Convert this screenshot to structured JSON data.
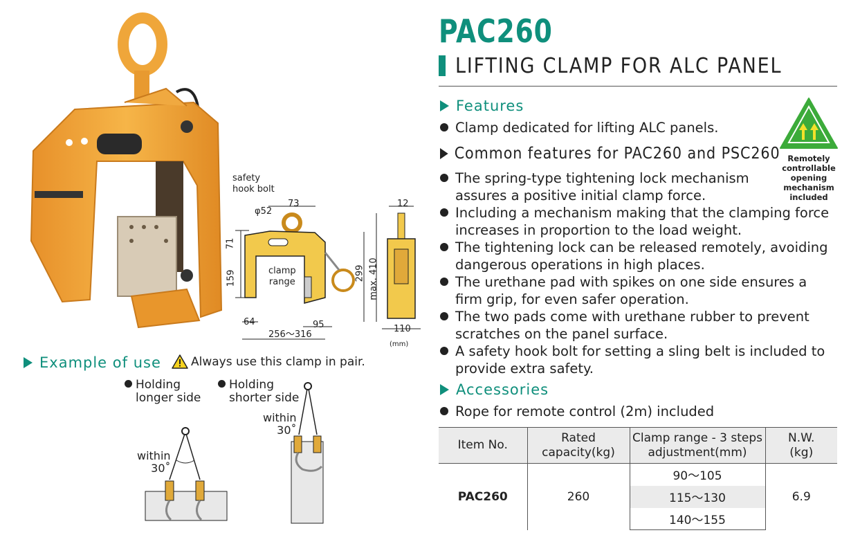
{
  "header": {
    "model": "PAC260",
    "subtitle": "LIFTING CLAMP FOR ALC PANEL"
  },
  "features": {
    "heading": "Features",
    "items": [
      "Clamp dedicated for lifting ALC panels."
    ]
  },
  "common": {
    "heading": "Common features for PAC260 and PSC260",
    "items": [
      [
        "The spring-type tightening lock mechanism",
        "assures a positive initial clamp force."
      ],
      [
        "Including a mechanism making that the clamping force",
        "increases in proportion to the load weight."
      ],
      [
        "The tightening lock can be released remotely, avoiding",
        "dangerous operations in high places."
      ],
      [
        "The urethane pad with spikes on one side ensures a",
        "firm grip, for even safer operation."
      ],
      [
        "The two pads come with urethane rubber to prevent",
        "scratches on the panel surface."
      ],
      [
        "A safety hook bolt for setting a sling belt is included to",
        "provide extra safety."
      ]
    ]
  },
  "accessories": {
    "heading": "Accessories",
    "items": [
      "Rope for remote control (2m) included"
    ]
  },
  "badge": {
    "icon": "remote-opening-icon",
    "lines": [
      "Remotely",
      "controllable",
      "opening",
      "mechanism",
      "included"
    ],
    "color": "#3cab3a"
  },
  "table": {
    "headers": [
      [
        "Item No."
      ],
      [
        "Rated",
        "capacity(kg)"
      ],
      [
        "Clamp range - 3 steps",
        "adjustment(mm)"
      ],
      [
        "N.W.",
        "(kg)"
      ]
    ],
    "item": "PAC260",
    "capacity": "260",
    "ranges": [
      "90～105",
      "115～130",
      "140～155"
    ],
    "weight": "6.9"
  },
  "drawing": {
    "hook_label": [
      "safety",
      "hook bolt"
    ],
    "dim_phi": "φ52",
    "dim_73": "73",
    "dim_71": "71",
    "dim_159": "159",
    "clamp_range": [
      "clamp",
      "range"
    ],
    "dim_299": "299",
    "dim_max": "max. 410",
    "dim_64": "64",
    "dim_95": "95",
    "dim_range": "256～316",
    "dim_12": "12",
    "dim_110": "110",
    "unit": "(mm)"
  },
  "example": {
    "heading": "Example of use",
    "warning": "Always use this clamp in pair.",
    "longer": [
      "Holding",
      "longer side"
    ],
    "shorter": [
      "Holding",
      "shorter side"
    ],
    "within_label": "within",
    "angle": "30˚"
  },
  "colors": {
    "accent": "#0f8f7c",
    "clamp": "#f2a634"
  }
}
